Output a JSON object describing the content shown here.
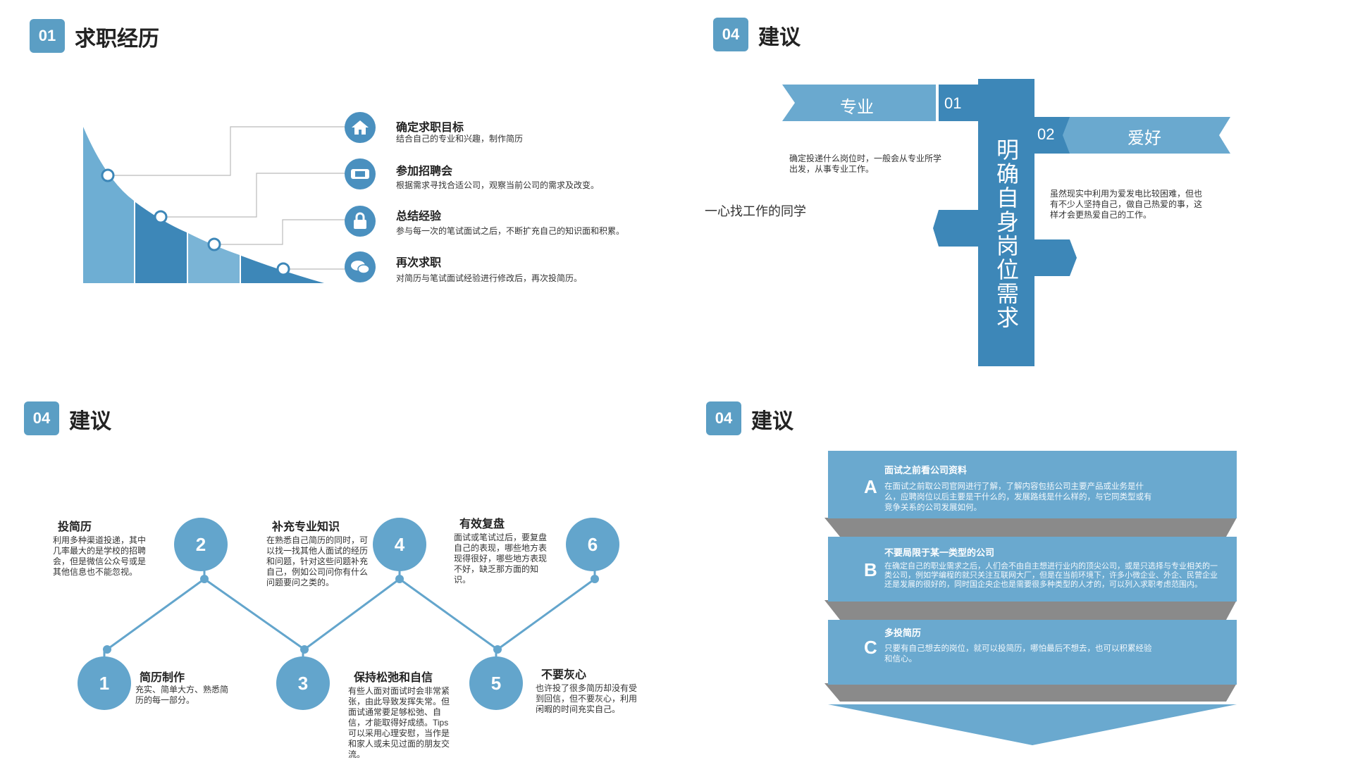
{
  "panel1": {
    "badge": "01",
    "title": "求职经历",
    "steps": [
      {
        "title": "确定求职目标",
        "text": "结合自己的专业和兴趣，制作简历",
        "icon": "house-icon"
      },
      {
        "title": "参加招聘会",
        "text": "根据需求寻找合适公司，观察当前公司的需求及改变。",
        "icon": "ticket-icon"
      },
      {
        "title": "总结经验",
        "text": "参与每一次的笔试面试之后，不断扩充自己的知识面和积累。",
        "icon": "lock-icon"
      },
      {
        "title": "再次求职",
        "text": "对简历与笔试面试经验进行修改后，再次投简历。",
        "icon": "chat-bubbles-icon"
      }
    ]
  },
  "panel2": {
    "badge": "04",
    "title": "建议",
    "vertical_title": "明确自身岗位需求",
    "banner_left": {
      "label": "专业",
      "num": "01"
    },
    "banner_right": {
      "label": "爱好",
      "num": "02"
    },
    "text_left": "确定投递什么岗位时，一般会从专业所学出发，从事专业工作。",
    "text_mid": "一心找工作的同学",
    "text_right": "虽然现实中利用为爱发电比较困难，但也有不少人坚持自己，做自己热爱的事，这样才会更热爱自己的工作。"
  },
  "panel3": {
    "badge": "04",
    "title": "建议",
    "items": [
      {
        "num": "1",
        "title": "简历制作",
        "text": "充实、简单大方、熟悉简历的每一部分。"
      },
      {
        "num": "2",
        "title": "投简历",
        "text": "利用多种渠道投递，其中几率最大的是学校的招聘会，但是微信公众号或是其他信息也不能忽视。"
      },
      {
        "num": "3",
        "title": "保持松弛和自信",
        "text": "有些人面对面试时会非常紧张，由此导致发挥失常。但面试通常要足够松弛、自信，才能取得好成绩。Tips可以采用心理安慰，当作是和家人或未见过面的朋友交流。"
      },
      {
        "num": "4",
        "title": "补充专业知识",
        "text": "在熟悉自己简历的同时，可以找一找其他人面试的经历和问题，针对这些问题补充自己，例如公司问你有什么问题要问之类的。"
      },
      {
        "num": "5",
        "title": "不要灰心",
        "text": "也许投了很多简历却没有受到回信，但不要灰心，利用闲暇的时间充实自己。"
      },
      {
        "num": "6",
        "title": "有效复盘",
        "text": "面试或笔试过后，要复盘自己的表现，哪些地方表现得很好，哪些地方表现不好，缺乏那方面的知识。"
      }
    ]
  },
  "panel4": {
    "badge": "04",
    "title": "建议",
    "cards": [
      {
        "letter": "A",
        "title": "面试之前看公司资料",
        "text": "在面试之前取公司官网进行了解，了解内容包括公司主要产品或业务是什么，应聘岗位以后主要是干什么的，发展路线是什么样的，与它同类型或有竞争关系的公司发展如何。"
      },
      {
        "letter": "B",
        "title": "不要局限于某一类型的公司",
        "text": "在确定自己的职业需求之后，人们会不由自主想进行业内的顶尖公司，或是只选择与专业相关的一类公司，例如学编程的就只关注互联网大厂，但是在当前环境下，许多小微企业、外企、民营企业还是发展的很好的，同时国企央企也是需要很多种类型的人才的，可以列入求职考虑范围内。"
      },
      {
        "letter": "C",
        "title": "多投简历",
        "text": "只要有自己想去的岗位，就可以投简历，哪怕最后不想去，也可以积累经验和信心。"
      }
    ]
  },
  "colors": {
    "accent": "#5b9ec4",
    "dark": "#3d87b8",
    "light": "#7ab4d6",
    "gray": "#8a8a8a"
  }
}
